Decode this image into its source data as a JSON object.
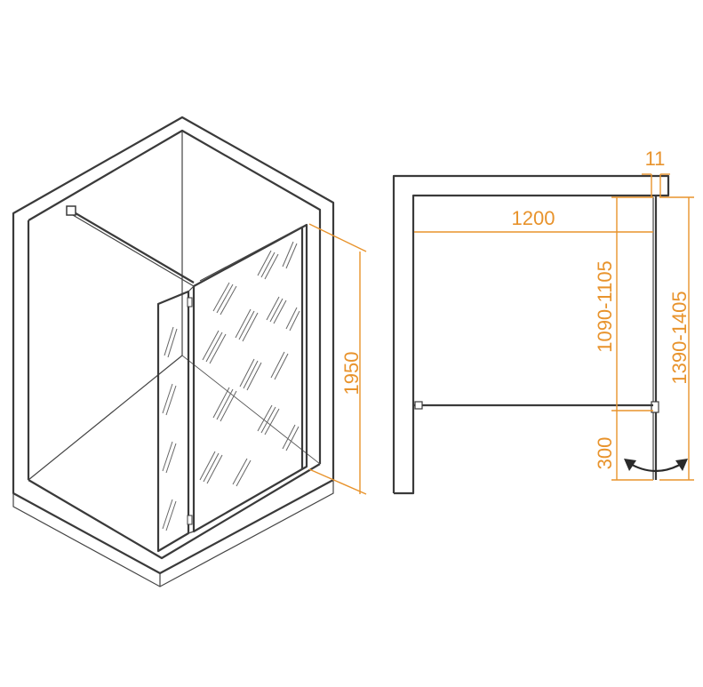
{
  "dimensions": {
    "height_total": "1950",
    "width_front": "1200",
    "thickness": "11",
    "brace_height": "1090-1105",
    "panel_height": "1390-1405",
    "swing_height": "300"
  },
  "colors": {
    "dimension": "#e8932c",
    "outline": "#3a3a3a",
    "background": "#ffffff"
  },
  "icons": {
    "swing_arrow": "double-headed curved arrow"
  }
}
